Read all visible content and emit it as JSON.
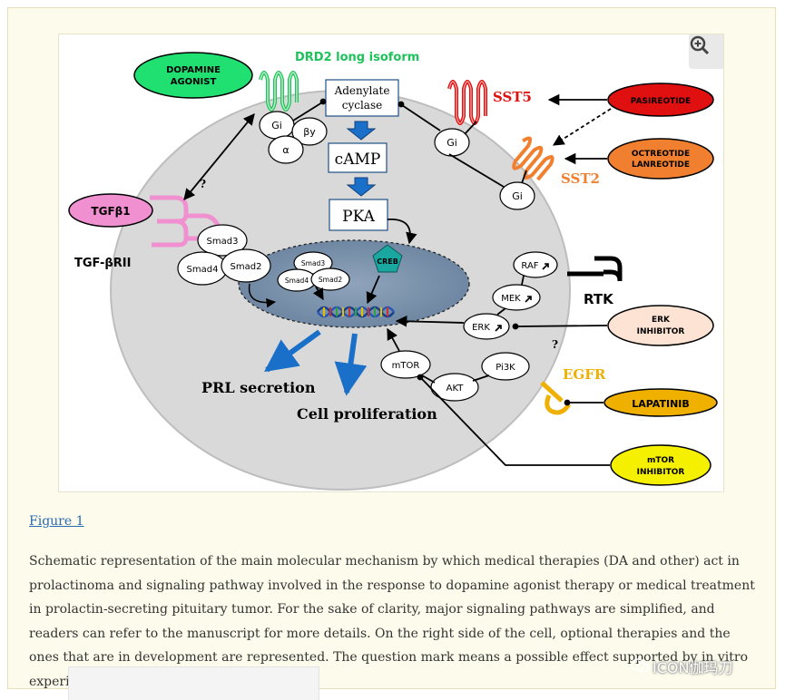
{
  "diagram": {
    "receptors": {
      "drd2": "DRD2 long isoform",
      "sst5": "SST5",
      "sst2": "SST2",
      "egfr": "EGFR",
      "rtk": "RTK",
      "tgfbrii": "TGF-βRII"
    },
    "drugs": {
      "dopamine_line1": "DOPAMINE",
      "dopamine_line2": "AGONIST",
      "pasireotide": "PASIREOTIDE",
      "octreotide_line1": "OCTREOTIDE",
      "octreotide_line2": "LANREOTIDE",
      "erk_inhibitor_line1": "ERK",
      "erk_inhibitor_line2": "INHIBITOR",
      "lapatinib": "LAPATINIB",
      "mtor_inhibitor_line1": "mTOR",
      "mtor_inhibitor_line2": "INHIBITOR",
      "tgfb1": "TGFβ1"
    },
    "nodes": {
      "gi_1": "Gi",
      "by": "βy",
      "alpha": "α",
      "gi_2": "Gi",
      "gi_3": "Gi",
      "adenylate_line1": "Adenylate",
      "adenylate_line2": "cyclase",
      "camp": "cAMP",
      "pka": "PKA",
      "creb": "CREB",
      "smad3": "Smad3",
      "smad4": "Smad4",
      "smad2": "Smad2",
      "n_smad3": "Smad3",
      "n_smad4": "Smad4",
      "n_smad2": "Smad2",
      "raf": "RAF",
      "mek": "MEK",
      "erk": "ERK",
      "mtor": "mTOR",
      "akt": "AKT",
      "pi3k": "Pi3K"
    },
    "outcomes": {
      "prl": "PRL secretion",
      "prolif": "Cell proliferation"
    },
    "question_mark": "?"
  },
  "figure_link": "Figure 1",
  "caption": "Schematic representation of the main molecular mechanism by which medical therapies (DA and other) act in prolactinoma and signaling pathway involved in the response to dopamine agonist therapy or medical treatment in prolactin-secreting pituitary tumor. For the sake of clarity, major signaling pathways are simplified, and readers can refer to the manuscript for more details. On the right side of the cell, optional therapies and the ones that are in development are represented. The question mark means a possible effect supported by in vitro experiments.",
  "watermark": "ICON伽玛刀",
  "colors": {
    "drd2": "#1fc25a",
    "sst5": "#e01010",
    "sst2": "#f08030",
    "egfr": "#f0b000",
    "tgf": "#f090d0",
    "nucleus": "#7f95ad",
    "cell": "#d9d9d9"
  }
}
